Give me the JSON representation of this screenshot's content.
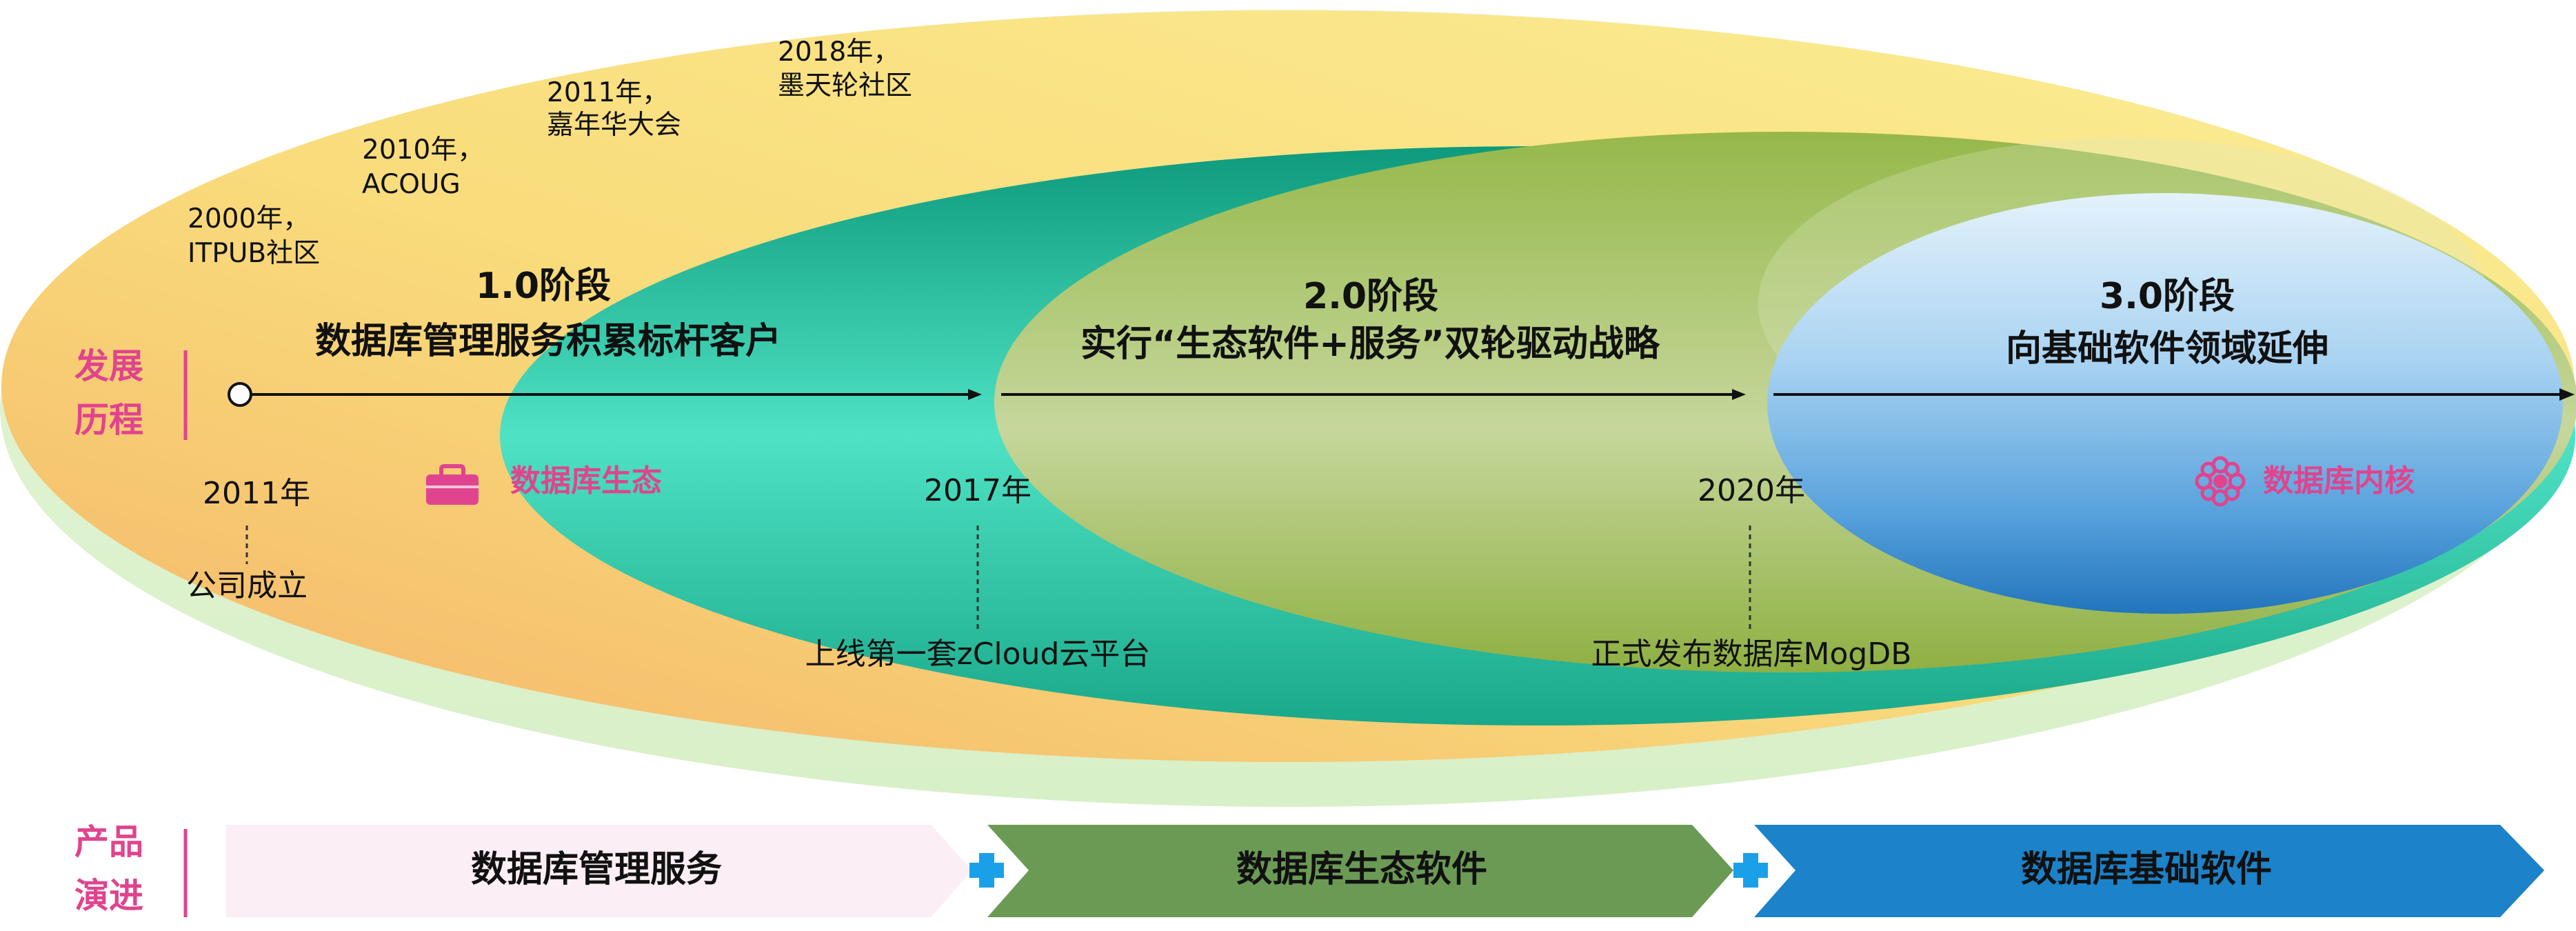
{
  "side_labels": {
    "history": [
      "发展",
      "历程"
    ],
    "product": [
      "产品",
      "演进"
    ]
  },
  "milestones": [
    {
      "year": "2000年，",
      "name": "ITPUB社区"
    },
    {
      "year": "2010年，",
      "name": "ACOUG"
    },
    {
      "year": "2011年，",
      "name": "嘉年华大会"
    },
    {
      "year": "2018年，",
      "name": "墨天轮社区"
    }
  ],
  "stages": [
    {
      "title": "1.0阶段",
      "subtitle": "数据库管理服务积累标杆客户"
    },
    {
      "title": "2.0阶段",
      "subtitle": "实行“生态软件+服务”双轮驱动战略"
    },
    {
      "title": "3.0阶段",
      "subtitle": "向基础软件领域延伸"
    }
  ],
  "timeline": [
    {
      "year": "2011年",
      "event": "公司成立"
    },
    {
      "year": "2017年",
      "event": "上线第一套zCloud云平台"
    },
    {
      "year": "2020年",
      "event": "正式发布数据库MogDB"
    }
  ],
  "tags": {
    "ecosystem": "数据库生态",
    "kernel": "数据库内核"
  },
  "products": [
    "数据库管理服务",
    "数据库生态软件",
    "数据库基础软件"
  ],
  "plus_sign": "+",
  "colors": {
    "accent_pink": "#e0448e",
    "teal": "#1fb89a",
    "olive": "#93b44a",
    "blue": "#4a9ee0",
    "yellow": "#f7e98a",
    "orange": "#f2b56b",
    "light_green": "#dff4d4",
    "product_1_bg": "#fbeef4",
    "product_2_bg": "#6b9a55",
    "product_3_bg": "#1c82c9",
    "plus_color": "#1aa0e8"
  },
  "icons": {
    "ecosystem": "briefcase-icon",
    "kernel": "flower-icon"
  }
}
